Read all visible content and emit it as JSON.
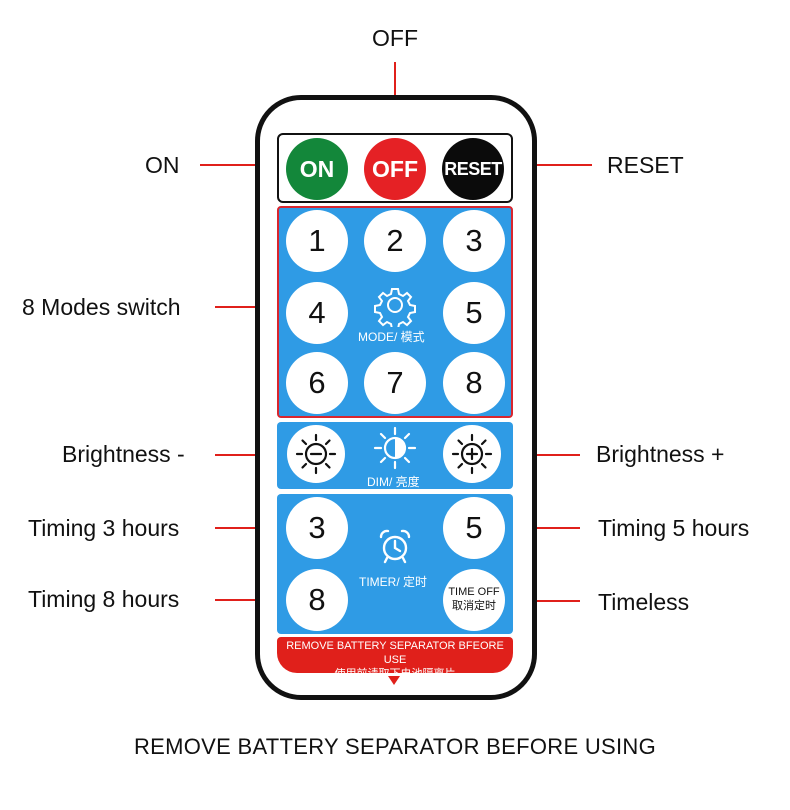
{
  "callouts": {
    "off": "OFF",
    "on": "ON",
    "reset": "RESET",
    "modes": "8 Modes switch",
    "brightness_minus": "Brightness -",
    "brightness_plus": "Brightness +",
    "timing3": "Timing 3 hours",
    "timing5": "Timing 5 hours",
    "timing8": "Timing 8 hours",
    "timeless": "Timeless"
  },
  "remote": {
    "on_label": "ON",
    "off_label": "OFF",
    "reset_label": "RESET",
    "mode_buttons": [
      "1",
      "2",
      "3",
      "4",
      "5",
      "6",
      "7",
      "8"
    ],
    "mode_label": "MODE/ 模式",
    "dim_label": "DIM/ 亮度",
    "timer_buttons": [
      "3",
      "5",
      "8"
    ],
    "timer_label": "TIMER/ 定时",
    "timeoff_line1": "TIME OFF",
    "timeoff_line2": "取消定时",
    "warning_line1": "REMOVE BATTERY SEPARATOR BFEORE USE",
    "warning_line2": "使用前请取下电池隔离片"
  },
  "footer": "REMOVE BATTERY SEPARATOR BEFORE USING",
  "colors": {
    "on": "#13873a",
    "off": "#e52125",
    "reset": "#0b0b0b",
    "panel_blue": "#2f9be5",
    "callout_line": "#e0201b"
  }
}
